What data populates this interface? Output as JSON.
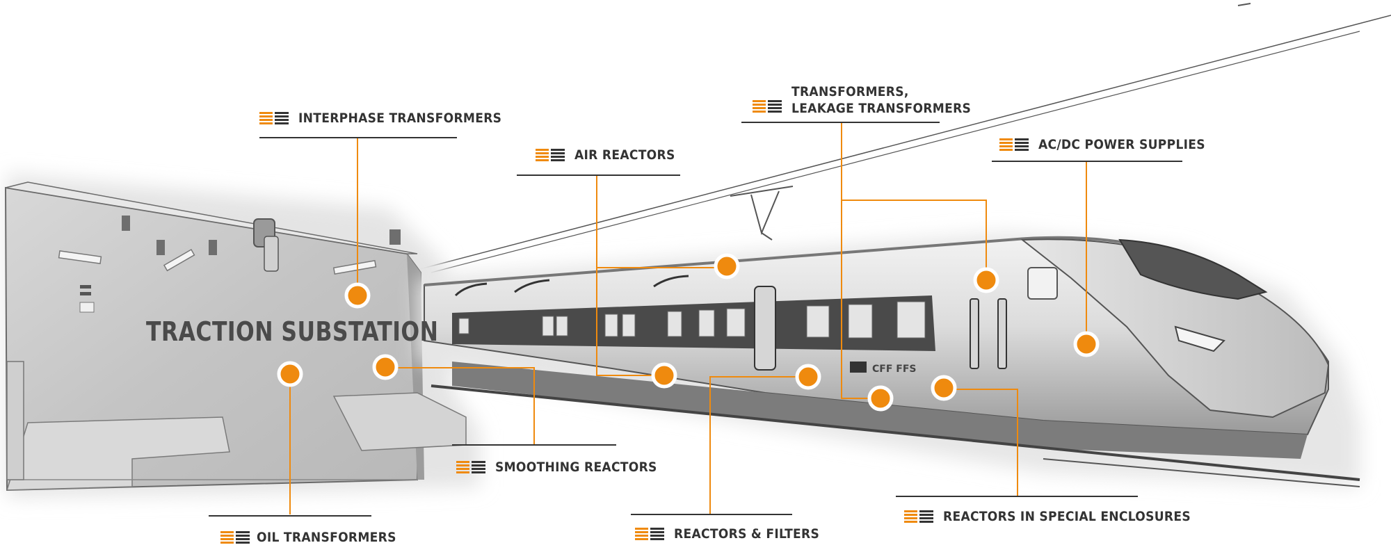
{
  "scene": {
    "title": "TRACTION SUBSTATION",
    "train_logo": "CFF FFS",
    "colors": {
      "accent": "#ef8a0e",
      "text": "#333333",
      "line": "#333333",
      "body_gray": "#cfcfcf"
    }
  },
  "labels": [
    {
      "id": "interphase",
      "text": "INTERPHASE TRANSFORMERS"
    },
    {
      "id": "air",
      "text": "AIR REACTORS"
    },
    {
      "id": "transformers",
      "text": "TRANSFORMERS,",
      "text2": "LEAKAGE TRANSFORMERS"
    },
    {
      "id": "acdc",
      "text": "AC/DC POWER SUPPLIES"
    },
    {
      "id": "smoothing",
      "text": "SMOOTHING REACTORS"
    },
    {
      "id": "oil",
      "text": "OIL TRANSFORMERS"
    },
    {
      "id": "filters",
      "text": "REACTORS & FILTERS"
    },
    {
      "id": "special",
      "text": "REACTORS IN SPECIAL ENCLOSURES"
    }
  ]
}
